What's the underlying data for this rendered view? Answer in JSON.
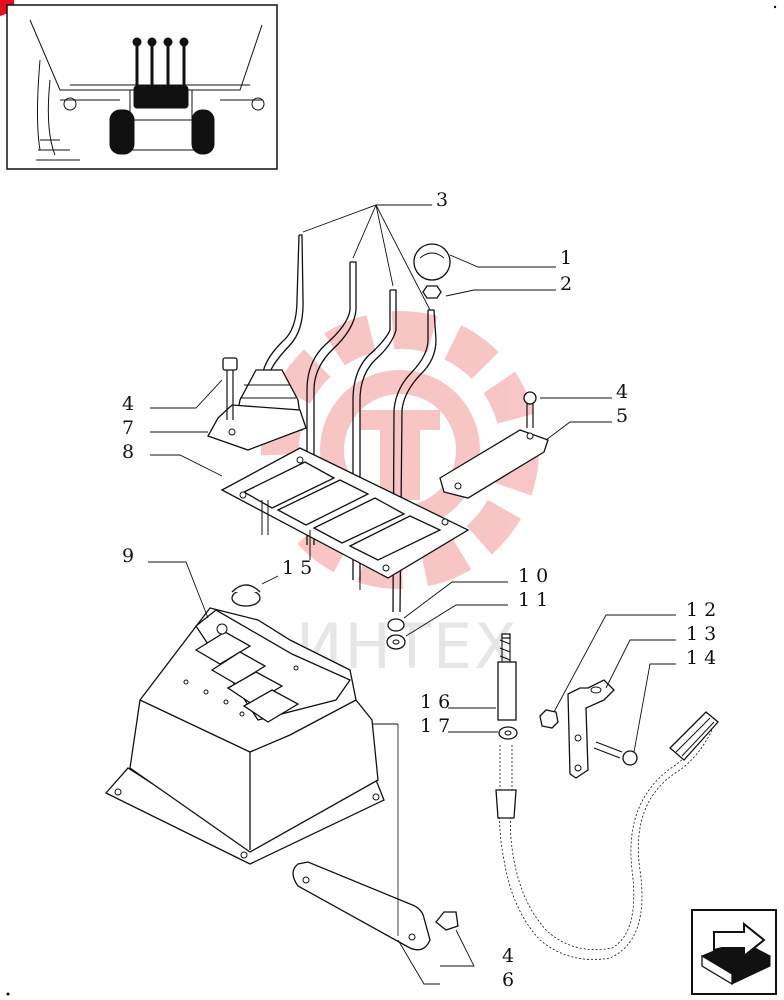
{
  "diagram": {
    "watermark_text": "ИНТЕХ",
    "callouts": [
      {
        "id": "c3",
        "text": "3"
      },
      {
        "id": "c1",
        "text": "1"
      },
      {
        "id": "c2",
        "text": "2"
      },
      {
        "id": "c4a",
        "text": "4"
      },
      {
        "id": "c7",
        "text": "7"
      },
      {
        "id": "c8",
        "text": "8"
      },
      {
        "id": "c4b",
        "text": "4"
      },
      {
        "id": "c5",
        "text": "5"
      },
      {
        "id": "c9",
        "text": "9"
      },
      {
        "id": "c15",
        "text": "15"
      },
      {
        "id": "c10",
        "text": "10"
      },
      {
        "id": "c11",
        "text": "11"
      },
      {
        "id": "c12",
        "text": "12"
      },
      {
        "id": "c13",
        "text": "13"
      },
      {
        "id": "c14",
        "text": "14"
      },
      {
        "id": "c16",
        "text": "16"
      },
      {
        "id": "c17",
        "text": "17"
      },
      {
        "id": "c4c",
        "text": "4"
      },
      {
        "id": "c6",
        "text": "6"
      }
    ],
    "nav_icon": "next-page-arrow-icon",
    "watermark_logo_color": "#f5b0b0",
    "corner_mark_color": "#e01020"
  }
}
